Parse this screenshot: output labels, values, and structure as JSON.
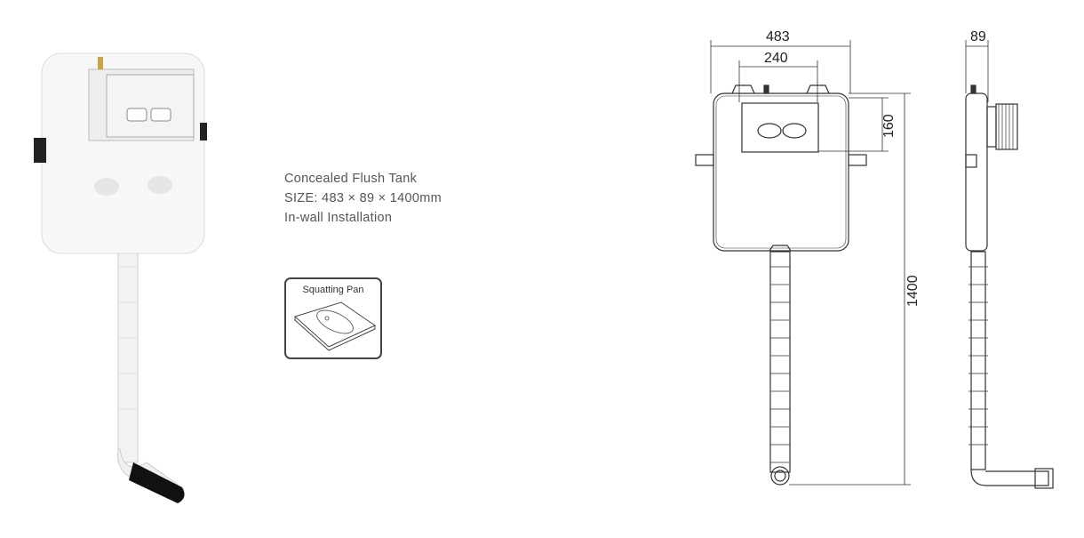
{
  "product": {
    "name": "Concealed Flush Tank",
    "size": "SIZE: 483 × 89 × 1400mm",
    "installation": "In-wall Installation"
  },
  "badge": {
    "label": "Squatting Pan"
  },
  "dimensions": {
    "width": "483",
    "plate_width": "240",
    "plate_height": "160",
    "height": "1400",
    "depth": "89"
  }
}
